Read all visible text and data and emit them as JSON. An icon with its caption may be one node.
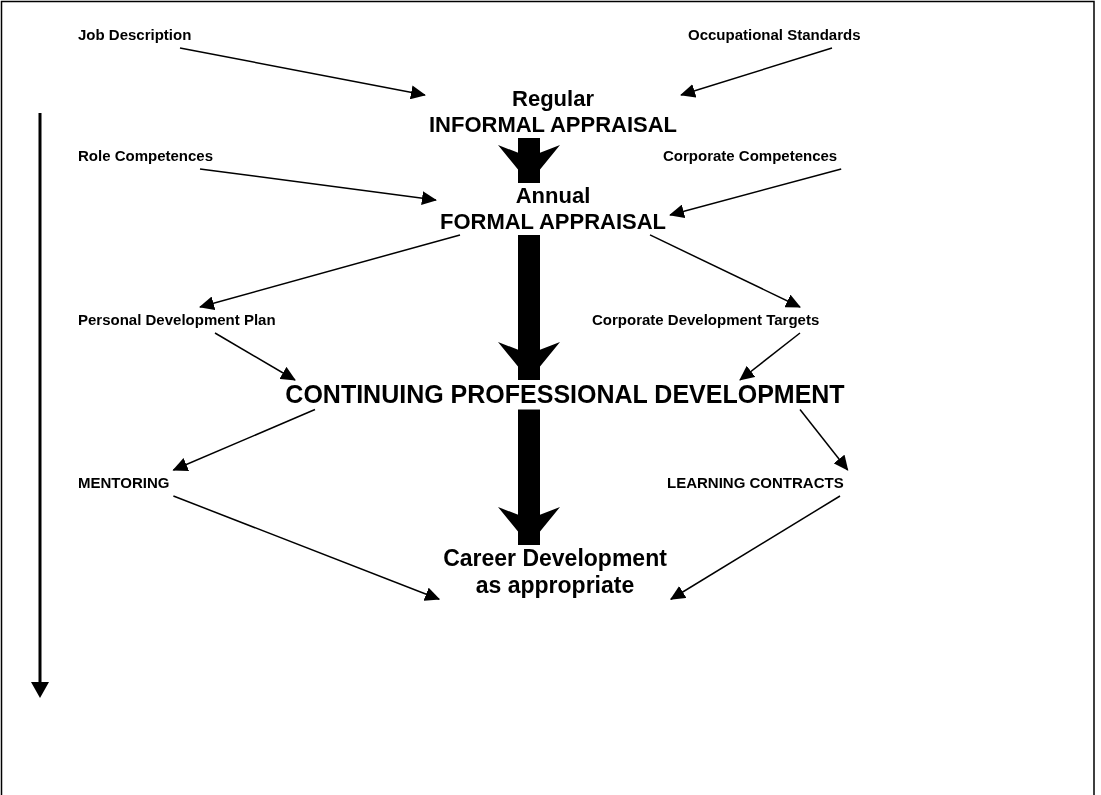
{
  "diagram": {
    "nodes": [
      {
        "text": [
          "Job Description"
        ]
      },
      {
        "text": [
          "Occupational Standards"
        ]
      },
      {
        "text": [
          "Regular INFORMAL APPRAISAL"
        ]
      },
      {
        "text": [
          "Role Competences"
        ]
      },
      {
        "text": [
          "Corporate Competences"
        ]
      },
      {
        "text": [
          "Annual FORMAL APPRAISAL"
        ]
      },
      {
        "text": [
          "Personal Development Plan"
        ]
      },
      {
        "text": [
          "Corporate Development Targets"
        ]
      },
      {
        "text": [
          "CONTINUING PROFESSIONAL DEVELOPMENT"
        ]
      },
      {
        "text": [
          "MENTORING"
        ]
      },
      {
        "text": [
          "LEARNING CONTRACTS"
        ]
      },
      {
        "text": [
          "Career Development as appropriate"
        ]
      }
    ],
    "edges": [
      {
        "from": 0,
        "to": 2,
        "arrow": "to"
      },
      {
        "from": 1,
        "to": 2,
        "arrow": "to"
      },
      {
        "from": 2,
        "to": 5,
        "arrow": "to",
        "style": "thick"
      },
      {
        "from": 3,
        "to": 5,
        "arrow": "to"
      },
      {
        "from": 4,
        "to": 5,
        "arrow": "to"
      },
      {
        "from": 5,
        "to": 6,
        "arrow": "to"
      },
      {
        "from": 5,
        "to": 7,
        "arrow": "to"
      },
      {
        "from": 5,
        "to": 8,
        "arrow": "to",
        "style": "thick"
      },
      {
        "from": 6,
        "to": 8,
        "arrow": "to"
      },
      {
        "from": 7,
        "to": 8,
        "arrow": "to"
      },
      {
        "from": 8,
        "to": 9,
        "arrow": "to"
      },
      {
        "from": 8,
        "to": 10,
        "arrow": "to"
      },
      {
        "from": 8,
        "to": 11,
        "arrow": "to",
        "style": "thick"
      },
      {
        "from": 9,
        "to": 11,
        "arrow": "to"
      },
      {
        "from": 10,
        "to": 11,
        "arrow": "to"
      }
    ]
  }
}
